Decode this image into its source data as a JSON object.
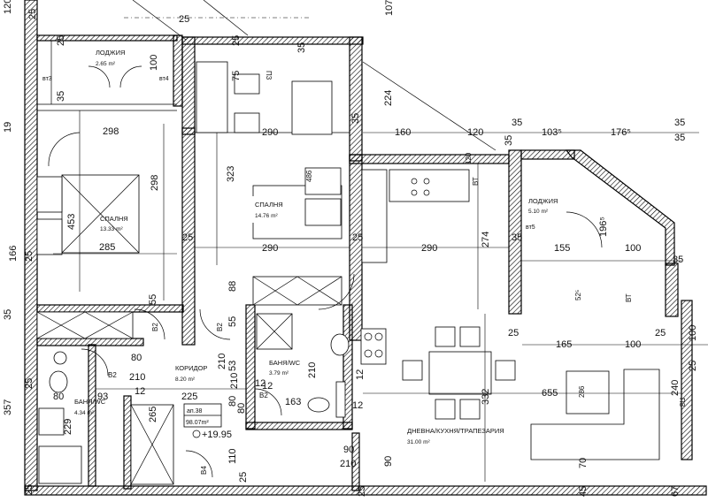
{
  "rooms": [
    {
      "key": "loggia1",
      "name": "ЛОДЖИЯ",
      "area": "2.65 m²"
    },
    {
      "key": "bed1",
      "name": "СПАЛНЯ",
      "area": "13.33 m²"
    },
    {
      "key": "bed2",
      "name": "СПАЛНЯ",
      "area": "14.76 m²"
    },
    {
      "key": "loggia2",
      "name": "ЛОДЖИЯ",
      "area": "5.10 m²"
    },
    {
      "key": "corridor",
      "name": "КОРИДОР",
      "area": "8.20 m²"
    },
    {
      "key": "bath1",
      "name": "БАНЯ/WC",
      "area": "3.79 m²"
    },
    {
      "key": "bath2",
      "name": "БАНЯ/WC",
      "area": "4.34 m²"
    },
    {
      "key": "living",
      "name": "ДНЕВНА/КУХНЯ/ТРАПЕЗАРИЯ",
      "area": "31.00 m²"
    }
  ],
  "apartment": {
    "number": "ап.38",
    "area": "98.07m²",
    "level": "+19.95"
  },
  "window_tags": [
    "вт3",
    "вт4",
    "вт5"
  ],
  "door_tags": [
    "B2",
    "B2",
    "B2",
    "B2",
    "B4",
    "П3",
    "П3",
    "ВТ",
    "ВТ"
  ],
  "dimensions": {
    "top": [
      "120",
      "25",
      "107",
      "25"
    ],
    "loggia1": [
      "25",
      "100",
      "35",
      "75",
      "35"
    ],
    "bed2_top": [
      "25",
      "35"
    ],
    "mid_row": [
      "290",
      "160",
      "120",
      "35",
      "103⁵",
      "176⁵",
      "35"
    ],
    "kitchen": [
      "120",
      "35",
      "35",
      "196⁵",
      "155",
      "100",
      "35",
      "35"
    ],
    "bed1": [
      "298",
      "298",
      "453",
      "285",
      "25",
      "166",
      "25",
      "55"
    ],
    "bed2": [
      "323",
      "290",
      "224",
      "486",
      "88",
      "25",
      "55"
    ],
    "living": [
      "290",
      "274",
      "25",
      "165",
      "100",
      "25",
      "655",
      "332",
      "286",
      "240",
      "100",
      "52⁵",
      "25"
    ],
    "corridor": [
      "225",
      "80",
      "12",
      "80",
      "210",
      "210",
      "53",
      "210",
      "12",
      "80",
      "265",
      "110",
      "25"
    ],
    "bath1": [
      "210",
      "163",
      "12",
      "12",
      "12"
    ],
    "bath2": [
      "93",
      "80",
      "229",
      "25"
    ],
    "left": [
      "357",
      "19",
      "35",
      "25"
    ],
    "bottom": [
      "90",
      "210",
      "90",
      "25",
      "70",
      "45",
      "67"
    ]
  },
  "line_colors": {
    "wall": "#000000",
    "hatch": "#000000",
    "background": "#ffffff"
  }
}
